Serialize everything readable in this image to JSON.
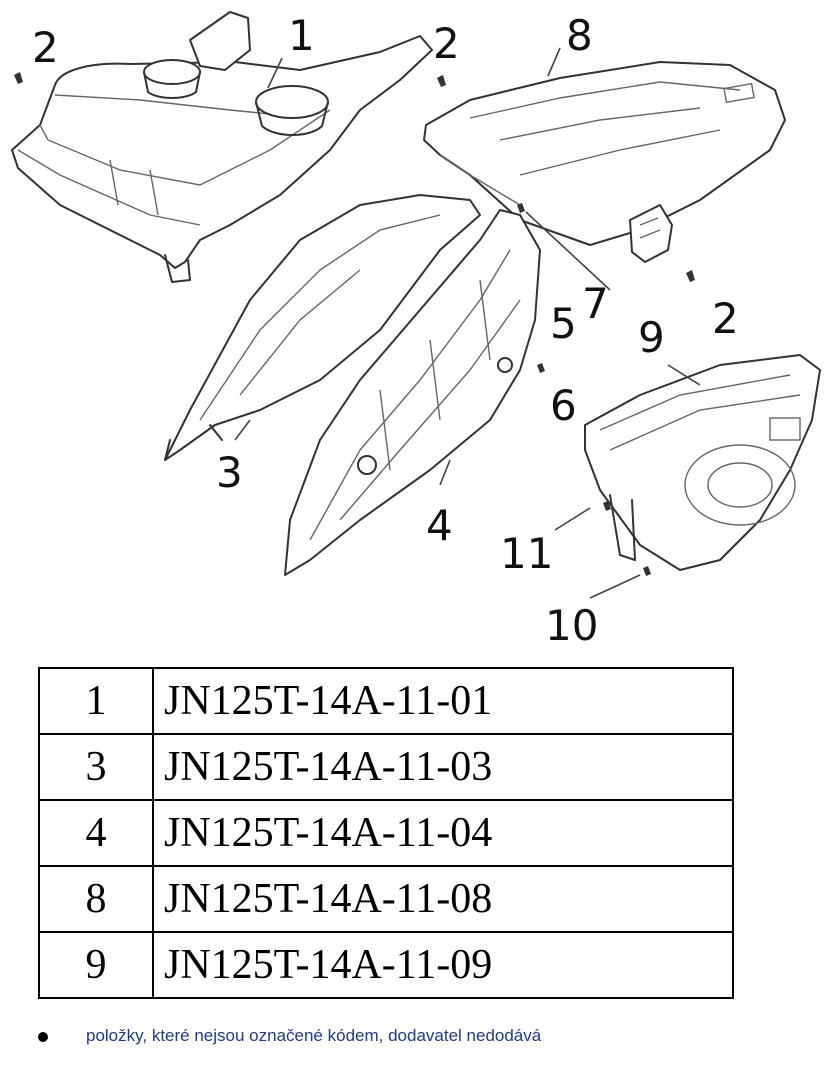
{
  "callouts": {
    "c1": "1",
    "c2a": "2",
    "c2b": "2",
    "c2c": "2",
    "c3": "3",
    "c4": "4",
    "c5": "5",
    "c6": "6",
    "c7": "7",
    "c8": "8",
    "c9": "9",
    "c10": "10",
    "c11": "11"
  },
  "parts_table": [
    {
      "num": "1",
      "code": "JN125T-14A-11-01"
    },
    {
      "num": "3",
      "code": "JN125T-14A-11-03"
    },
    {
      "num": "4",
      "code": "JN125T-14A-11-04"
    },
    {
      "num": "8",
      "code": "JN125T-14A-11-08"
    },
    {
      "num": "9",
      "code": "JN125T-14A-11-09"
    }
  ],
  "footnote": "položky, které nejsou označené kódem, dodavatel nedodává"
}
